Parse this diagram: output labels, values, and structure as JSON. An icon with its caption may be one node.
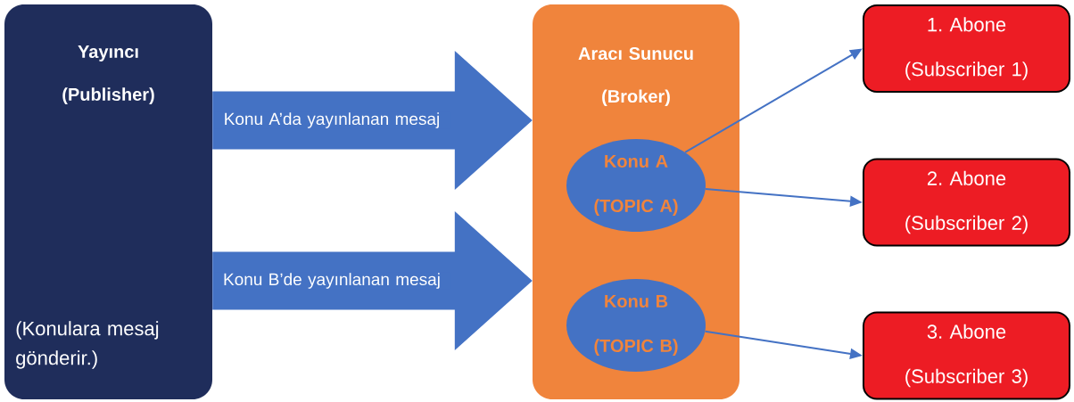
{
  "diagram": {
    "nodes": [
      {
        "text": [
          "Yayıncı (Publisher)",
          "(Konulara mesaj gönderir.)"
        ]
      },
      {
        "text": [
          "Aracı Sunucu (Broker)"
        ]
      },
      {
        "text": [
          "Konu A (TOPIC A)"
        ],
        "in": 1
      },
      {
        "text": [
          "Konu B (TOPIC B)"
        ],
        "in": 1
      },
      {
        "text": [
          "1. Abone (Subscriber 1)"
        ]
      },
      {
        "text": [
          "2. Abone (Subscriber 2)"
        ]
      },
      {
        "text": [
          "3. Abone (Subscriber 3)"
        ]
      }
    ],
    "edges": [
      {
        "from": 0,
        "to": 1,
        "arrow": "to",
        "label": "Konu A’da yayınlanan mesaj",
        "style": "thick"
      },
      {
        "from": 0,
        "to": 1,
        "arrow": "to",
        "label": "Konu B’de yayınlanan mesaj",
        "style": "thick"
      },
      {
        "from": 2,
        "to": 4,
        "arrow": "to"
      },
      {
        "from": 2,
        "to": 5,
        "arrow": "to"
      },
      {
        "from": 3,
        "to": 6,
        "arrow": "to"
      }
    ]
  }
}
